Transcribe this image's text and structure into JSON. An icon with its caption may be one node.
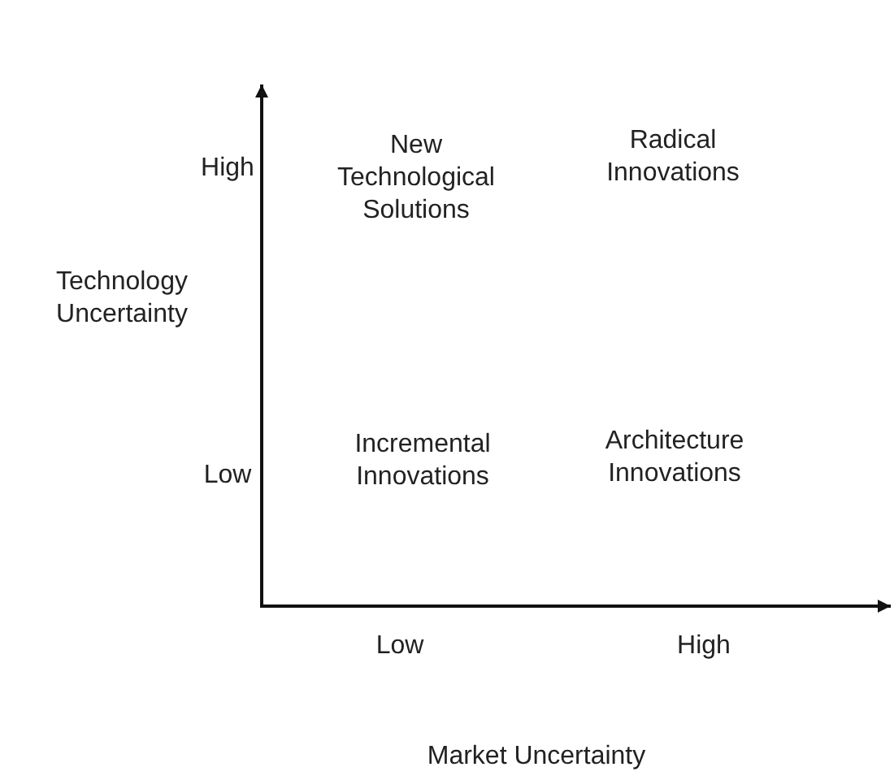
{
  "diagram": {
    "labels": [
      "High",
      "New Technological Solutions",
      "Radical Innovations",
      "Technology Uncertainty",
      "Low",
      "Incremental Innovations",
      "Architecture Innovations",
      "Low",
      "High",
      "Market Uncertainty"
    ]
  }
}
